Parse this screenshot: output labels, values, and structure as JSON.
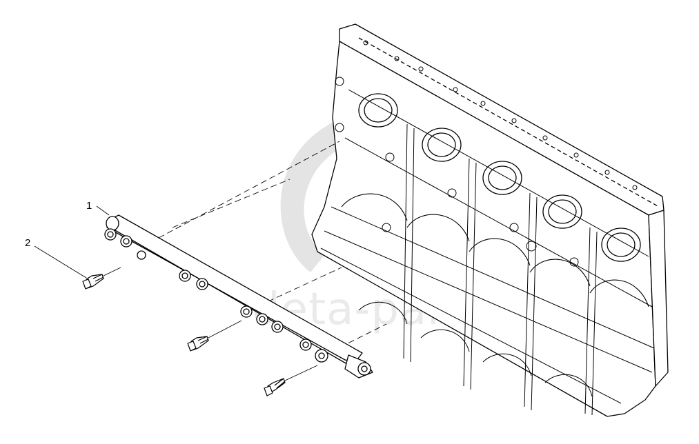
{
  "diagram": {
    "callouts": [
      {
        "id": "1",
        "label": "1"
      },
      {
        "id": "2",
        "label": "2"
      }
    ],
    "watermark_text": "deta-parts",
    "colors": {
      "line": "#000000",
      "watermark": "#d9d9d9",
      "background": "#ffffff"
    }
  }
}
